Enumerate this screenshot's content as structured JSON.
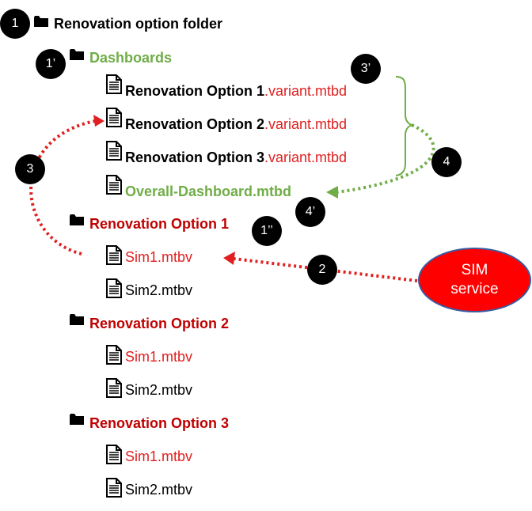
{
  "root": {
    "badge": "1",
    "label": "Renovation option folder"
  },
  "dashboards": {
    "badge": "1’",
    "label": "Dashboards",
    "files": [
      {
        "name": "Renovation Option 1",
        "ext": ".variant.mtbd"
      },
      {
        "name": "Renovation Option 2",
        "ext": ".variant.mtbd"
      },
      {
        "name": "Renovation Option 3",
        "ext": ".variant.mtbd"
      }
    ],
    "overall": "Overall-Dashboard.mtbd",
    "variants_badge": "3’"
  },
  "options": [
    {
      "label": "Renovation Option 1",
      "badge": "1’’",
      "files": [
        "Sim1.mtbv",
        "Sim2.mtbv"
      ]
    },
    {
      "label": "Renovation Option 2",
      "files": [
        "Sim1.mtbv",
        "Sim2.mtbv"
      ]
    },
    {
      "label": "Renovation Option 3",
      "files": [
        "Sim1.mtbv",
        "Sim2.mtbv"
      ]
    }
  ],
  "steps": {
    "sim_to_file": "2",
    "sim_to_dashboard": "3",
    "aggregate": "4",
    "overall_badge": "4’"
  },
  "sim_service": {
    "line1": "SIM",
    "line2": "service"
  },
  "colors": {
    "green": "#70ad47",
    "dark_red": "#c00000",
    "red": "#e02020",
    "sim_fill": "#ff0000",
    "sim_border": "#3b5aa0"
  }
}
